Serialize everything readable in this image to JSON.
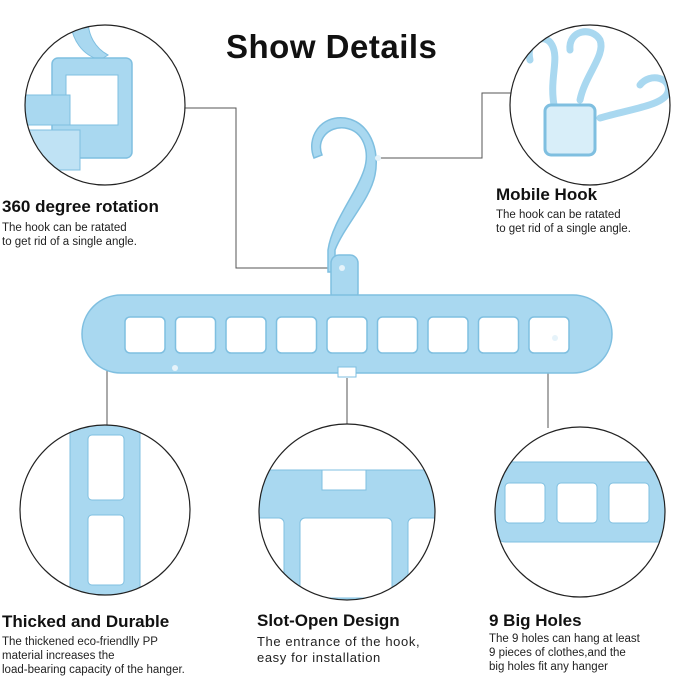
{
  "title": "Show Details",
  "features": [
    {
      "heading": "360 degree rotation",
      "lines": [
        "The hook can be ratated",
        "to get rid of a single angle."
      ]
    },
    {
      "heading": "Mobile Hook",
      "lines": [
        "The hook can be ratated",
        "to get rid of a single angle."
      ]
    },
    {
      "heading": "Thicked and Durable",
      "lines": [
        "The thickened eco-friendlly PP",
        "material increases the",
        "load-bearing capacity of the hanger."
      ]
    },
    {
      "heading": "Slot-Open Design",
      "lines": [
        "The entrance of the hook,",
        "easy for installation"
      ]
    },
    {
      "heading": "9 Big Holes",
      "lines": [
        "The 9 holes can hang at least",
        "9 pieces of clothes,and the",
        "big holes fit any hanger"
      ]
    }
  ],
  "product": {
    "hole_count": 9,
    "color": "#a9d8f0",
    "edge_color": "#7fbfe0"
  }
}
